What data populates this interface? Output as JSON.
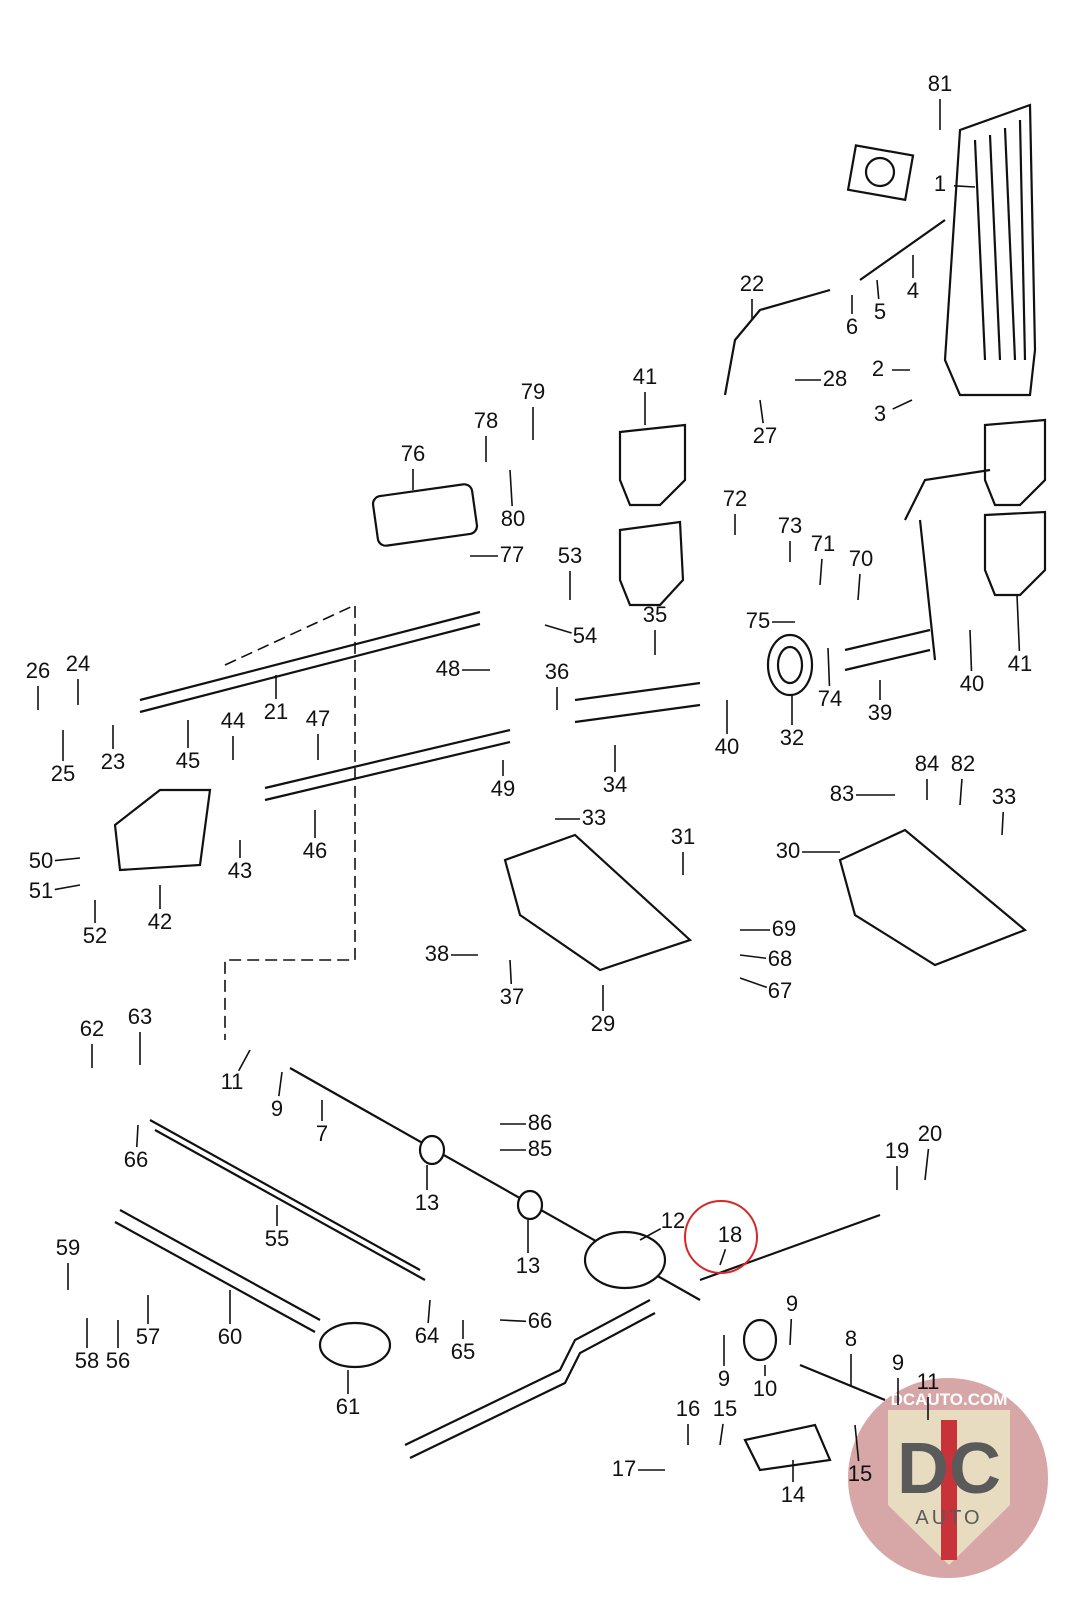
{
  "diagram": {
    "part_labels": [
      "81",
      "1",
      "4",
      "5",
      "6",
      "22",
      "28",
      "2",
      "3",
      "27",
      "41",
      "79",
      "78",
      "76",
      "80",
      "77",
      "72",
      "73",
      "71",
      "70",
      "53",
      "35",
      "54",
      "75",
      "41",
      "40",
      "26",
      "24",
      "21",
      "48",
      "36",
      "74",
      "39",
      "32",
      "40",
      "34",
      "25",
      "23",
      "45",
      "44",
      "47",
      "49",
      "33",
      "84",
      "82",
      "83",
      "33",
      "31",
      "30",
      "46",
      "43",
      "50",
      "51",
      "42",
      "52",
      "69",
      "68",
      "67",
      "38",
      "37",
      "29",
      "62",
      "63",
      "11",
      "9",
      "7",
      "86",
      "85",
      "66",
      "13",
      "55",
      "13",
      "12",
      "18",
      "19",
      "20",
      "59",
      "57",
      "58",
      "56",
      "60",
      "64",
      "65",
      "66",
      "61",
      "9",
      "8",
      "9",
      "10",
      "9",
      "11",
      "16",
      "15",
      "17",
      "15",
      "14"
    ],
    "highlighted_label": "18",
    "highlight_color": "#d62828"
  },
  "watermark": {
    "site": "DCAUTO.COM",
    "brand": "DC",
    "sub": "AUTO",
    "colors": {
      "badge": "#e8dcc0",
      "stripe": "#c8333a",
      "letters": "#5a5a5a",
      "disc": "#c98a8a"
    }
  }
}
